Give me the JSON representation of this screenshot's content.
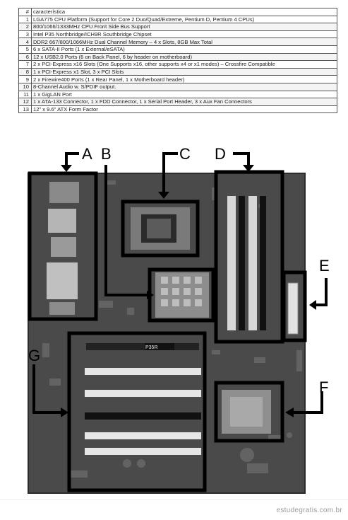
{
  "table": {
    "header": [
      "#",
      "característica"
    ],
    "rows": [
      [
        "1",
        "LGA775 CPU Platform (Support for Core 2 Duo/Quad/Extreme, Pentium D, Pentium 4 CPUs)"
      ],
      [
        "2",
        "800/1066/1333MHz CPU Front Side Bus Support"
      ],
      [
        "3",
        "Intel P35 Northbridge/ICH9R Southbridge Chipset"
      ],
      [
        "4",
        "DDR2 667/800/1066MHz Dual Channel Memory – 4 x Slots, 8GB Max Total"
      ],
      [
        "5",
        "6 x SATA-II Ports (1 x External/eSATA)"
      ],
      [
        "6",
        "12 x USB2.0 Ports (6 on Back Panel, 6 by header on motherboard)"
      ],
      [
        "7",
        "2 x PCI-Express x16 Slots (One Supports x16, other supports x4 or x1 modes) – Crossfire Compatible"
      ],
      [
        "8",
        "1 x PCI-Express x1 Slot, 3 x PCI Slots"
      ],
      [
        "9",
        "2 x Firewire400 Ports (1 x Rear Panel, 1 x Motherboard header)"
      ],
      [
        "10",
        "8-Channel Audio w. S/PDIF output."
      ],
      [
        "11",
        "1 x GigLAN Port"
      ],
      [
        "12",
        "1 x ATA-133 Connector, 1 x FDD Connector, 1 x Serial Port Header, 3 x Aux Fan Connectors"
      ],
      [
        "13",
        "12\" x 9.6\" ATX Form Factor"
      ]
    ]
  },
  "figure": {
    "labels": {
      "a": "A",
      "b": "B",
      "c": "C",
      "d": "D",
      "e": "E",
      "f": "F",
      "g": "G"
    },
    "board_print": {
      "model": "P35R"
    }
  },
  "watermark": "estudegratis.com.br",
  "colors": {
    "board": "#4a4a4a",
    "outline": "#000000",
    "slot": "#e6e6e6"
  }
}
